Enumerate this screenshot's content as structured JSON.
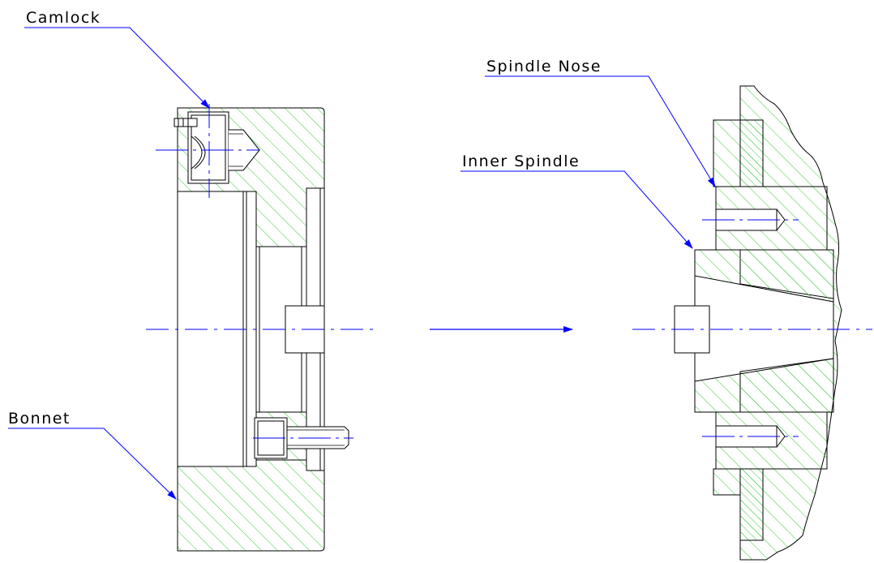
{
  "labels": {
    "camlock": "Camlock",
    "spindle_nose": "Spindle Nose",
    "inner_spindle": "Inner Spindle",
    "bonnet": "Bonnet"
  },
  "colors": {
    "outline": "#000000",
    "hatch": "#33cc33",
    "leader": "#0000ff",
    "centerline": "#0000ff"
  }
}
